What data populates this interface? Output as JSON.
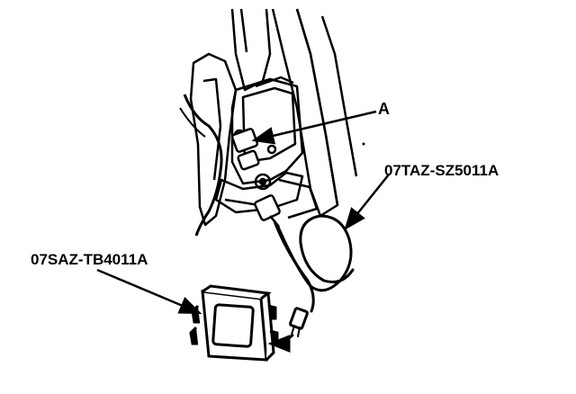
{
  "callouts": {
    "part_a": "A",
    "cable_part_number": "07TAZ-SZ5011A",
    "box_part_number": "07SAZ-TB4011A"
  },
  "colors": {
    "line": "#000000",
    "background": "#ffffff"
  },
  "icons": {
    "vehicle": "vehicle-interior-panel-icon",
    "connector": "connector-icon",
    "cable": "coiled-cable-icon",
    "tool_box": "diagnostic-box-icon"
  }
}
